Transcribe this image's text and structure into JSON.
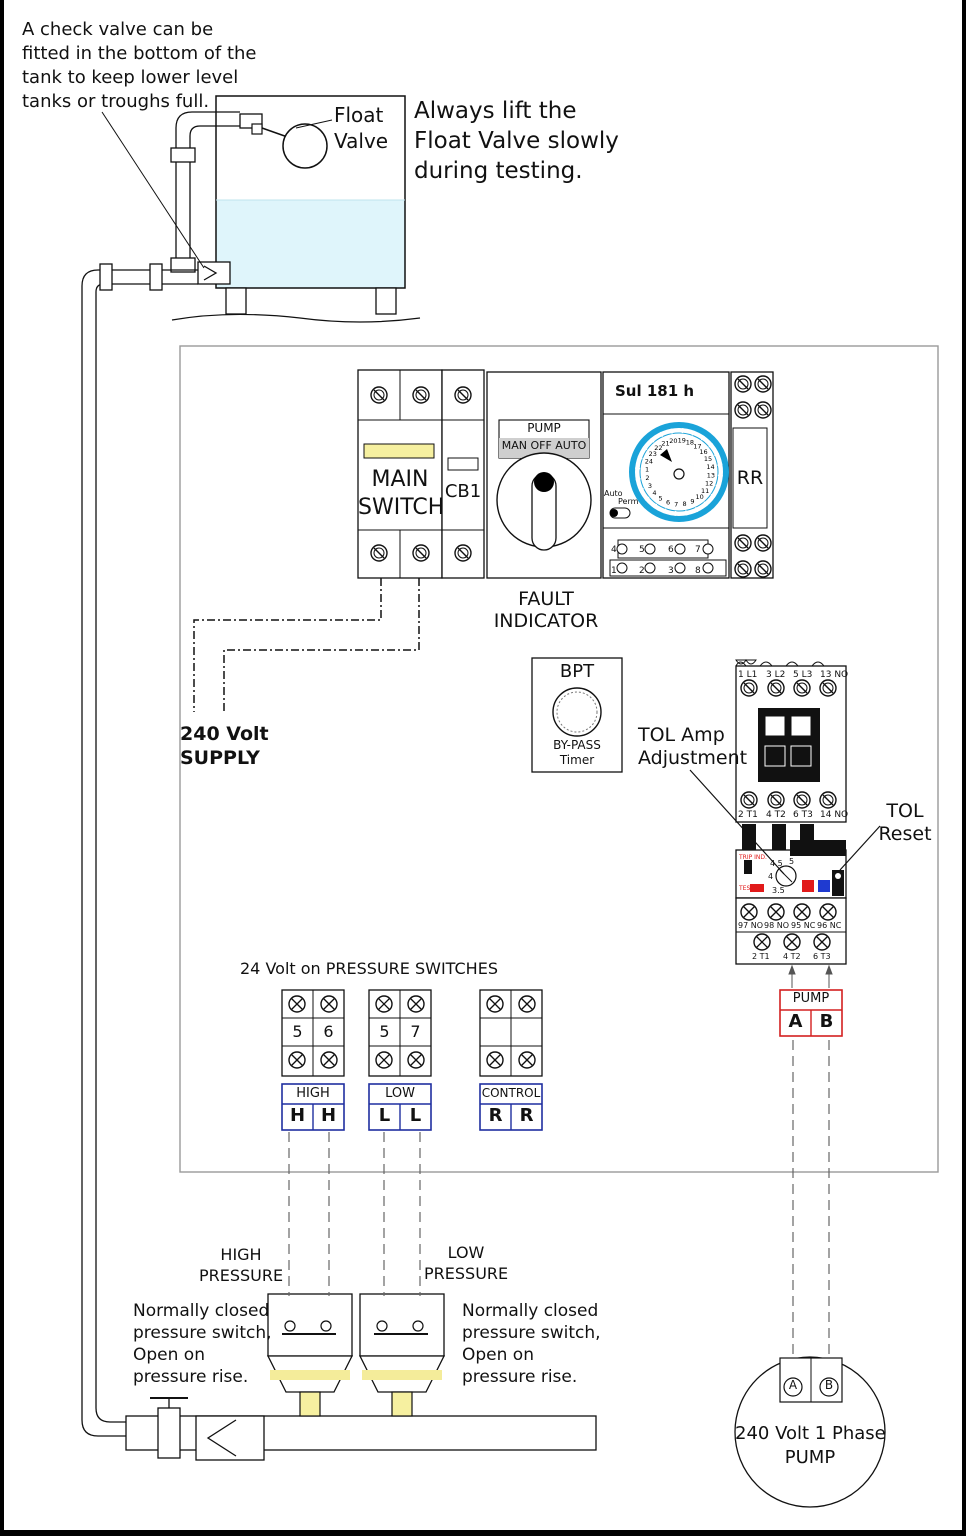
{
  "notes": {
    "check_valve": [
      "A check valve can be",
      "fitted in the bottom of the",
      "tank to keep lower level",
      "tanks or troughs full."
    ],
    "float_valve": [
      "Float",
      "Valve"
    ],
    "lift_warning": [
      "Always lift the",
      "Float Valve slowly",
      "during testing."
    ]
  },
  "panel": {
    "main_switch": [
      "MAIN",
      "SWITCH"
    ],
    "cb1": "CB1",
    "pump_selector": {
      "title": "PUMP",
      "positions": "MAN  OFF  AUTO"
    },
    "timer_model": "Sul 181 h",
    "timer_auto": "Auto",
    "timer_perm": "Perm",
    "timer_dial_numbers": [
      "18",
      "17",
      "16",
      "15",
      "14",
      "13",
      "12",
      "11",
      "10",
      "9",
      "8",
      "7",
      "6",
      "5",
      "4",
      "3",
      "2",
      "1",
      "24",
      "23",
      "22",
      "21",
      "20",
      "19"
    ],
    "timer_terminals_top": [
      "4",
      "5",
      "6",
      "7"
    ],
    "timer_terminals_bottom": [
      "1",
      "2",
      "3",
      "8"
    ],
    "rr": "RR",
    "fault_indicator": [
      "FAULT",
      "INDICATOR"
    ],
    "bpt": {
      "title": "BPT",
      "sub": [
        "BY-PASS",
        "Timer"
      ]
    },
    "supply": [
      "240 Volt",
      "SUPPLY"
    ],
    "contactor_top_terminals": [
      "1 L1",
      "3 L2",
      "5 L3",
      "13 NO"
    ],
    "contactor_bottom_terminals": [
      "2 T1",
      "4 T2",
      "6 T3",
      "14 NO"
    ],
    "tol_amp": [
      "TOL Amp",
      "Adjustment"
    ],
    "tol_reset": [
      "TOL",
      "Reset"
    ],
    "tol_trip": "TRIP IND.",
    "tol_test": "TEST",
    "tol_scale": [
      "4.5",
      "5",
      "4",
      "3.5"
    ],
    "overload_terminals_1": [
      "97 NO",
      "98 NO",
      "95 NC",
      "96 NC"
    ],
    "overload_terminals_2": [
      "2 T1",
      "4 T2",
      "6 T3"
    ],
    "pump_terminals": {
      "title": "PUMP",
      "a": "A",
      "b": "B"
    },
    "pressure_switch_heading": "24 Volt on PRESSURE SWITCHES",
    "terminal_groups": [
      {
        "numbers": [
          "5",
          "6"
        ],
        "label": "HIGH",
        "letters": [
          "H",
          "H"
        ]
      },
      {
        "numbers": [
          "5",
          "7"
        ],
        "label": "LOW",
        "letters": [
          "L",
          "L"
        ]
      },
      {
        "numbers": [
          "",
          ""
        ],
        "label": "CONTROL",
        "letters": [
          "R",
          "R"
        ]
      }
    ]
  },
  "field": {
    "high_pressure": [
      "HIGH",
      "PRESSURE"
    ],
    "low_pressure": [
      "LOW",
      "PRESSURE"
    ],
    "switch_note_left": [
      "Normally closed",
      "pressure  switch,",
      "Open on",
      "pressure rise."
    ],
    "switch_note_right": [
      "Normally closed",
      "pressure  switch,",
      "Open on",
      "pressure rise."
    ],
    "pump_motor": [
      "240 Volt 1 Phase",
      "PUMP"
    ],
    "motor_terminals": [
      "A",
      "B"
    ]
  },
  "colors": {
    "line": "#111111",
    "water": "#dff5fb",
    "dial_blue": "#1aa3d9",
    "pump_red": "#d42020",
    "terminal_blue": "#1f2fa0",
    "panel_border": "#9a9a9a",
    "switch_yellow": "#f6f0a0",
    "overload_red": "#e11a1a",
    "overload_blue": "#1f3ad0"
  }
}
